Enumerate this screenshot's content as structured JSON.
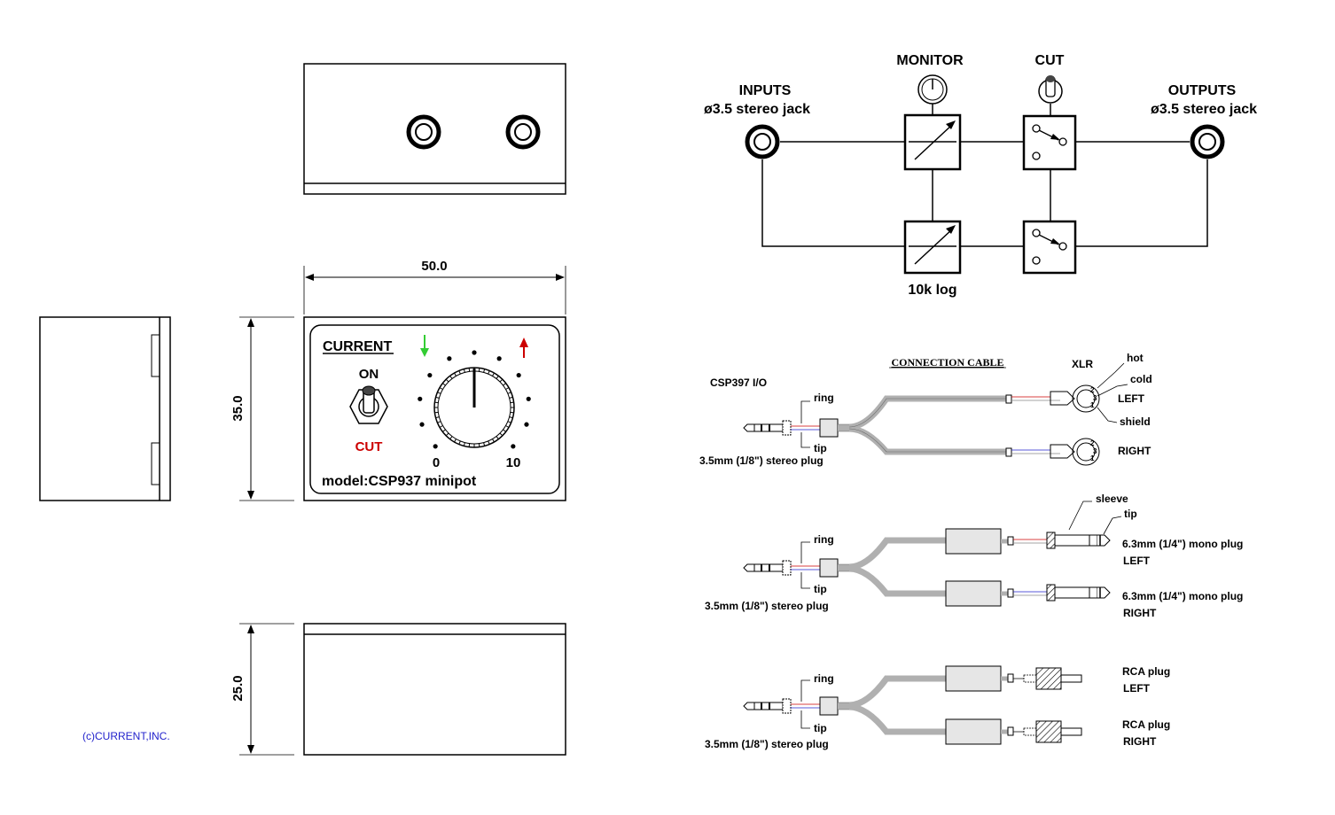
{
  "drawing": {
    "dims": {
      "width": "50.0",
      "height": "35.0",
      "depth": "25.0"
    },
    "panel": {
      "brand": "CURRENT",
      "switch_on": "ON",
      "switch_cut": "CUT",
      "scale_min": "0",
      "scale_max": "10",
      "model": "model:CSP937 minipot"
    },
    "copyright": "(c)CURRENT,INC."
  },
  "block_diagram": {
    "monitor": "MONITOR",
    "cut": "CUT",
    "inputs_title": "INPUTS",
    "inputs_sub": "ø3.5 stereo jack",
    "outputs_title": "OUTPUTS",
    "outputs_sub": "ø3.5 stereo jack",
    "pot_label": "10k log"
  },
  "cables": {
    "title": "CONNECTION CABLE",
    "io_label": "CSP397 I/O",
    "ring": "ring",
    "tip": "tip",
    "stereo_plug": "3.5mm (1/8\") stereo plug",
    "xlr": "XLR",
    "hot": "hot",
    "cold": "cold",
    "shield": "shield",
    "left": "LEFT",
    "right": "RIGHT",
    "sleeve": "sleeve",
    "mono_plug": "6.3mm (1/4\") mono plug",
    "rca_plug": "RCA plug",
    "pin1": "1",
    "pin2": "2",
    "pin3": "3"
  },
  "colors": {
    "green_arrow": "#33cc33",
    "red_arrow": "#cc0000",
    "cut_text": "#cc0000",
    "copyright": "#2222cc",
    "cable_gray": "#b0b0b0"
  }
}
